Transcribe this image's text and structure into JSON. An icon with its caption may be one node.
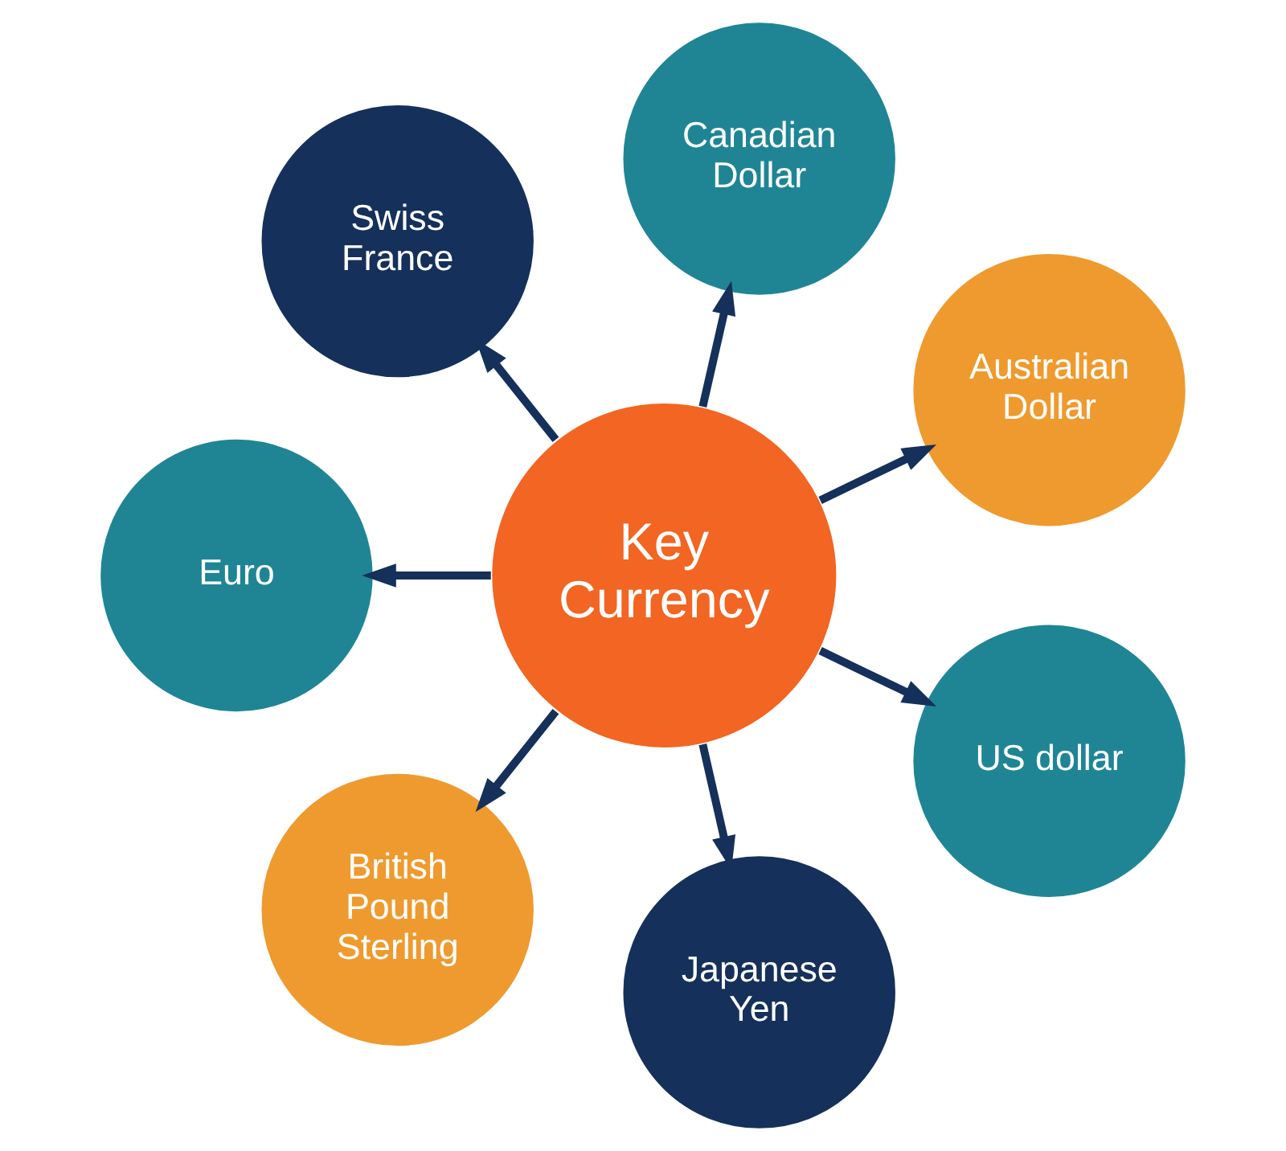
{
  "diagram": {
    "nodes": [
      {
        "text": [
          "Key Currency"
        ]
      },
      {
        "text": [
          "US dollar"
        ]
      },
      {
        "text": [
          "Japanese Yen"
        ]
      },
      {
        "text": [
          "British Pound Sterling"
        ]
      },
      {
        "text": [
          "Euro"
        ]
      },
      {
        "text": [
          "Swiss France"
        ]
      },
      {
        "text": [
          "Canadian Dollar"
        ]
      },
      {
        "text": [
          "Australian Dollar"
        ]
      }
    ],
    "edges": [
      {
        "from": 0,
        "to": 1,
        "arrow": "to"
      },
      {
        "from": 0,
        "to": 2,
        "arrow": "to"
      },
      {
        "from": 0,
        "to": 3,
        "arrow": "to"
      },
      {
        "from": 0,
        "to": 4,
        "arrow": "to"
      },
      {
        "from": 0,
        "to": 5,
        "arrow": "to"
      },
      {
        "from": 0,
        "to": 6,
        "arrow": "to"
      },
      {
        "from": 0,
        "to": 7,
        "arrow": "to"
      }
    ]
  }
}
